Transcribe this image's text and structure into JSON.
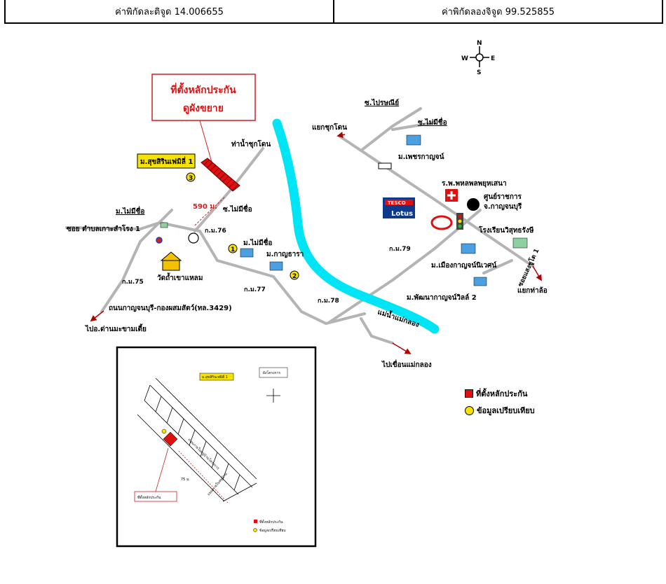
{
  "coords": {
    "lat_label": "ค่าพิกัดละติจูด 14.006655",
    "lon_label": "ค่าพิกัดลองจิจูด 99.525855"
  },
  "compass": {
    "n": "N",
    "s": "S",
    "e": "E",
    "w": "W"
  },
  "callout": {
    "line1": "ที่ตั้งหลักประกัน",
    "line2": "ดูผังขยาย"
  },
  "subject_label": "ม.สุขสิรินเฟมิลี่ 1",
  "markers": {
    "subject": "3",
    "comp1": "1",
    "comp2": "2"
  },
  "distance_label": "590 ม.",
  "labels": {
    "tha_nam": "ท่าน้ำชุกโดน",
    "soi_mai_mi_1": "ซ.ไม่มีชื่อ",
    "mu_mai_mi_left": "ม.ไม่มีชื่อ",
    "soi_tambon": "ซอย ตำบลเกาะสำโรง 1",
    "km76": "ก.ม.76",
    "wat": "วัดถ้ำเขาแหลม",
    "km75": "ก.ม.75",
    "mu_mai_mi_mid": "ม.ไม่มีชื่อ",
    "mu_kanchan": "ม.กาญธารา",
    "km77": "ก.ม.77",
    "road_3429": "ถนนกาญจนบุรี-กองผสมสัตว์(ทล.3429)",
    "to_danmakham": "ไปอ.ด่านมะขามเตี้ย",
    "km78": "ก.ม.78",
    "river": "แม่น้ำแม่กลอง",
    "to_dam": "ไปเขื่อนแม่กลอง",
    "soi_prisani": "ซ.ไปรษณีย์",
    "soi_mai_mi_2": "ซ.ไม่มีชื่อ",
    "yaek_chukdon": "แยกชุกโดน",
    "mu_phet": "ม.เพชรกาญจน์",
    "hospital": "ร.พ.พหลพลพยุหเสนา",
    "govt_center_1": "ศูนย์ราชการ",
    "govt_center_2": "จ.กาญจนบุรี",
    "school": "โรงเรียนวิสุทธรังษี",
    "km79": "ก.ม.79",
    "mu_mueang": "ม.เมืองกาญจน์นิเวศน์",
    "soi_saengchuto": "ซอยแสงชูโต 1",
    "yaek_thalo": "แยกท่าล้อ",
    "mu_phatthana": "ม.พัฒนากาญจน์วิลล์ 2",
    "tesco_top": "TESCO",
    "tesco_bottom": "Lotus"
  },
  "inset": {
    "label_project": "ม.สุขสิรินเฟมิลี่ 1",
    "label_plan": "ผังโครงการ",
    "callout": "ที่ตั้งหลักประกัน",
    "road_main": "ถนนภายในหมู่บ้านโครงการ",
    "road_side": "ถนนภายในหมู่บ้าน",
    "dist": "75 ม.",
    "legend_red": "ที่ตั้งหลักประกัน",
    "legend_yel": "ข้อมูลเปรียบเทียบ"
  },
  "legend": {
    "red": "ที่ตั้งหลักประกัน",
    "yellow": "ข้อมูลเปรียบเทียบ"
  },
  "colors": {
    "river": "#00e5f5",
    "road": "#b4b4b4",
    "subject": "#e01010",
    "marker": "#f7e300",
    "arrow": "#b00000"
  }
}
